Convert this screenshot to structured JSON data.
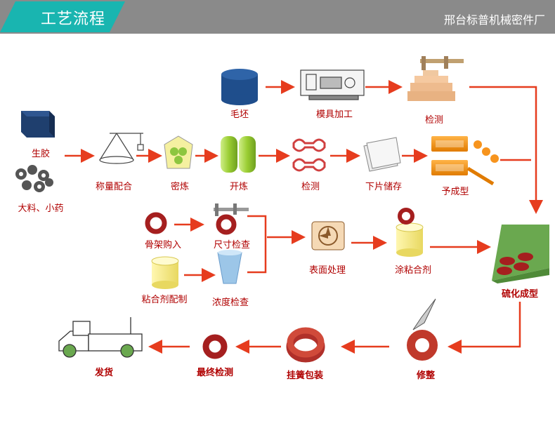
{
  "header": {
    "title": "工艺流程",
    "company": "邢台标普机械密件厂"
  },
  "colors": {
    "header_bg": "#8a8a8a",
    "tab_accent": "#19b5b0",
    "label_red": "#b00000",
    "arrow_red": "#e63c1e",
    "mold_orange": "#f7941d",
    "ring_red": "#a51f1f",
    "mix_green": "#99cc44",
    "navy": "#1f3f6e"
  },
  "steps": {
    "raw_blank": "毛坯",
    "mold_machining": "模具加工",
    "inspection_top": "检测",
    "raw_rubber": "生胶",
    "materials": "大料、小药",
    "weigh_mix": "称量配合",
    "mixing": "密炼",
    "open_mill": "开炼",
    "inspection_mid": "检测",
    "sheeting": "下片储存",
    "preforming": "予成型",
    "skeleton_purchase": "骨架购入",
    "size_check": "尺寸检查",
    "adhesive_prep": "粘合剂配制",
    "concentration_check": "浓度检查",
    "surface_treatment": "表面处理",
    "adhesive_coating": "涂粘合剂",
    "vulcanization": "硫化成型",
    "trimming": "修整",
    "spring_packing": "挂簧包装",
    "final_inspection": "最终检测",
    "shipping": "发货"
  }
}
